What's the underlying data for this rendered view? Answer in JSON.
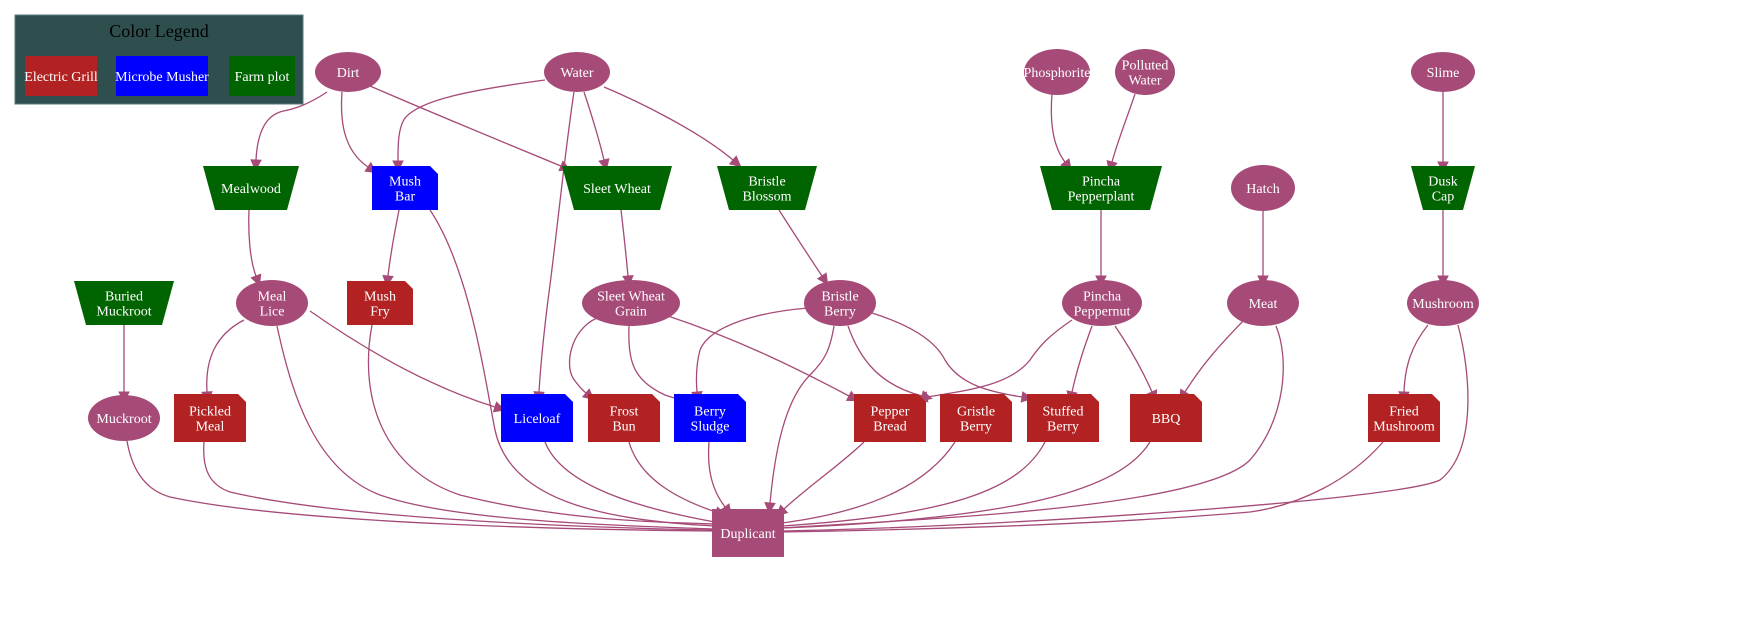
{
  "colors": {
    "ingredient": "#a64a78",
    "edge": "#a64a78",
    "electric_grill": "#b22222",
    "microbe_musher": "#0000ff",
    "farm_plot": "#006400",
    "legend_bg": "#2f4f4f",
    "label_text": "#ffffff"
  },
  "legend": {
    "title": "Color Legend",
    "items": [
      {
        "id": "electric-grill",
        "label": "Electric Grill",
        "color_key": "electric_grill"
      },
      {
        "id": "microbe-musher",
        "label": "Microbe Musher",
        "color_key": "microbe_musher"
      },
      {
        "id": "farm-plot",
        "label": "Farm plot",
        "color_key": "farm_plot"
      }
    ]
  },
  "nodes": [
    {
      "id": "dirt",
      "lines": [
        "Dirt"
      ],
      "kind": "ingredient"
    },
    {
      "id": "water",
      "lines": [
        "Water"
      ],
      "kind": "ingredient"
    },
    {
      "id": "phosphorite",
      "lines": [
        "Phosphorite"
      ],
      "kind": "ingredient"
    },
    {
      "id": "polluted-water",
      "lines": [
        "Polluted",
        "Water"
      ],
      "kind": "ingredient"
    },
    {
      "id": "slime",
      "lines": [
        "Slime"
      ],
      "kind": "ingredient"
    },
    {
      "id": "mealwood",
      "lines": [
        "Mealwood"
      ],
      "kind": "farm_plot"
    },
    {
      "id": "mush-bar",
      "lines": [
        "Mush",
        "Bar"
      ],
      "kind": "microbe_musher"
    },
    {
      "id": "sleet-wheat",
      "lines": [
        "Sleet Wheat"
      ],
      "kind": "farm_plot"
    },
    {
      "id": "bristle-blossom",
      "lines": [
        "Bristle",
        "Blossom"
      ],
      "kind": "farm_plot"
    },
    {
      "id": "pincha-pepperplant",
      "lines": [
        "Pincha",
        "Pepperplant"
      ],
      "kind": "farm_plot"
    },
    {
      "id": "hatch",
      "lines": [
        "Hatch"
      ],
      "kind": "ingredient"
    },
    {
      "id": "dusk-cap",
      "lines": [
        "Dusk",
        "Cap"
      ],
      "kind": "farm_plot"
    },
    {
      "id": "buried-muckroot",
      "lines": [
        "Buried",
        "Muckroot"
      ],
      "kind": "farm_plot"
    },
    {
      "id": "meal-lice",
      "lines": [
        "Meal",
        "Lice"
      ],
      "kind": "ingredient"
    },
    {
      "id": "mush-fry",
      "lines": [
        "Mush",
        "Fry"
      ],
      "kind": "electric_grill"
    },
    {
      "id": "sleet-wheat-grain",
      "lines": [
        "Sleet Wheat",
        "Grain"
      ],
      "kind": "ingredient"
    },
    {
      "id": "bristle-berry",
      "lines": [
        "Bristle",
        "Berry"
      ],
      "kind": "ingredient"
    },
    {
      "id": "pincha-peppernut",
      "lines": [
        "Pincha",
        "Peppernut"
      ],
      "kind": "ingredient"
    },
    {
      "id": "meat",
      "lines": [
        "Meat"
      ],
      "kind": "ingredient"
    },
    {
      "id": "mushroom",
      "lines": [
        "Mushroom"
      ],
      "kind": "ingredient"
    },
    {
      "id": "muckroot",
      "lines": [
        "Muckroot"
      ],
      "kind": "ingredient"
    },
    {
      "id": "pickled-meal",
      "lines": [
        "Pickled",
        "Meal"
      ],
      "kind": "electric_grill"
    },
    {
      "id": "liceloaf",
      "lines": [
        "Liceloaf"
      ],
      "kind": "microbe_musher"
    },
    {
      "id": "frost-bun",
      "lines": [
        "Frost",
        "Bun"
      ],
      "kind": "electric_grill"
    },
    {
      "id": "berry-sludge",
      "lines": [
        "Berry",
        "Sludge"
      ],
      "kind": "microbe_musher"
    },
    {
      "id": "pepper-bread",
      "lines": [
        "Pepper",
        "Bread"
      ],
      "kind": "electric_grill"
    },
    {
      "id": "gristle-berry",
      "lines": [
        "Gristle",
        "Berry"
      ],
      "kind": "electric_grill"
    },
    {
      "id": "stuffed-berry",
      "lines": [
        "Stuffed",
        "Berry"
      ],
      "kind": "electric_grill"
    },
    {
      "id": "bbq",
      "lines": [
        "BBQ"
      ],
      "kind": "electric_grill"
    },
    {
      "id": "fried-mushroom",
      "lines": [
        "Fried",
        "Mushroom"
      ],
      "kind": "electric_grill"
    },
    {
      "id": "duplicant",
      "lines": [
        "Duplicant"
      ],
      "kind": "consumer"
    }
  ],
  "edges": [
    {
      "from": "dirt",
      "to": "mealwood"
    },
    {
      "from": "dirt",
      "to": "mush-bar"
    },
    {
      "from": "dirt",
      "to": "sleet-wheat"
    },
    {
      "from": "water",
      "to": "mush-bar"
    },
    {
      "from": "water",
      "to": "liceloaf"
    },
    {
      "from": "water",
      "to": "sleet-wheat"
    },
    {
      "from": "water",
      "to": "bristle-blossom"
    },
    {
      "from": "phosphorite",
      "to": "pincha-pepperplant"
    },
    {
      "from": "polluted-water",
      "to": "pincha-pepperplant"
    },
    {
      "from": "slime",
      "to": "dusk-cap"
    },
    {
      "from": "mealwood",
      "to": "meal-lice"
    },
    {
      "from": "mush-bar",
      "to": "mush-fry"
    },
    {
      "from": "mush-bar",
      "to": "duplicant"
    },
    {
      "from": "sleet-wheat",
      "to": "sleet-wheat-grain"
    },
    {
      "from": "bristle-blossom",
      "to": "bristle-berry"
    },
    {
      "from": "pincha-pepperplant",
      "to": "pincha-peppernut"
    },
    {
      "from": "hatch",
      "to": "meat"
    },
    {
      "from": "dusk-cap",
      "to": "mushroom"
    },
    {
      "from": "buried-muckroot",
      "to": "muckroot"
    },
    {
      "from": "meal-lice",
      "to": "pickled-meal"
    },
    {
      "from": "meal-lice",
      "to": "liceloaf"
    },
    {
      "from": "meal-lice",
      "to": "duplicant"
    },
    {
      "from": "mush-fry",
      "to": "duplicant"
    },
    {
      "from": "sleet-wheat-grain",
      "to": "frost-bun"
    },
    {
      "from": "sleet-wheat-grain",
      "to": "berry-sludge"
    },
    {
      "from": "sleet-wheat-grain",
      "to": "pepper-bread"
    },
    {
      "from": "bristle-berry",
      "to": "berry-sludge"
    },
    {
      "from": "bristle-berry",
      "to": "gristle-berry"
    },
    {
      "from": "bristle-berry",
      "to": "stuffed-berry"
    },
    {
      "from": "bristle-berry",
      "to": "duplicant"
    },
    {
      "from": "pincha-peppernut",
      "to": "pepper-bread"
    },
    {
      "from": "pincha-peppernut",
      "to": "stuffed-berry"
    },
    {
      "from": "pincha-peppernut",
      "to": "bbq"
    },
    {
      "from": "meat",
      "to": "bbq"
    },
    {
      "from": "meat",
      "to": "duplicant"
    },
    {
      "from": "mushroom",
      "to": "fried-mushroom"
    },
    {
      "from": "mushroom",
      "to": "duplicant"
    },
    {
      "from": "muckroot",
      "to": "duplicant"
    },
    {
      "from": "pickled-meal",
      "to": "duplicant"
    },
    {
      "from": "liceloaf",
      "to": "duplicant"
    },
    {
      "from": "frost-bun",
      "to": "duplicant"
    },
    {
      "from": "berry-sludge",
      "to": "duplicant"
    },
    {
      "from": "pepper-bread",
      "to": "duplicant"
    },
    {
      "from": "gristle-berry",
      "to": "duplicant"
    },
    {
      "from": "stuffed-berry",
      "to": "duplicant"
    },
    {
      "from": "bbq",
      "to": "duplicant"
    },
    {
      "from": "fried-mushroom",
      "to": "duplicant"
    }
  ]
}
